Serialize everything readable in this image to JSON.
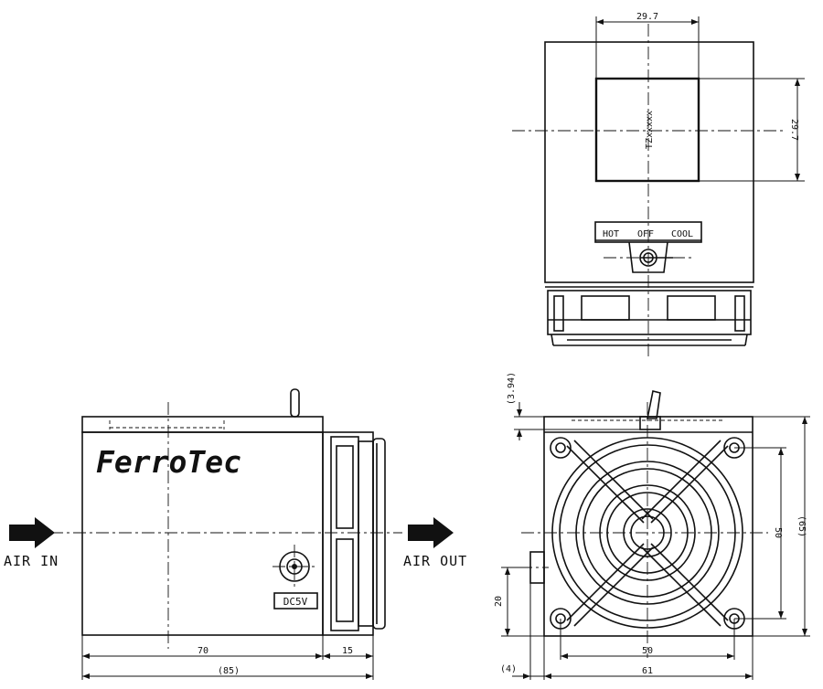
{
  "brand": "FerroTec",
  "top_view": {
    "dim_width": "29.7",
    "dim_height": "29.7",
    "part_number": "TZxxxxx",
    "switch_positions": [
      "HOT",
      "OFF",
      "COOL"
    ]
  },
  "side_view": {
    "inlet_label": "AIR IN",
    "outlet_label": "AIR OUT",
    "power_label": "DC5V",
    "dim_body": "70",
    "dim_fan": "15",
    "dim_overall": "(85)"
  },
  "front_view": {
    "dim_toggle": "(3.94)",
    "dim_jack_height": "20",
    "dim_hole_vertical": "50",
    "dim_overall_height": "(65)",
    "dim_hole_horizontal": "50",
    "dim_offset": "(4)",
    "dim_width": "61"
  }
}
